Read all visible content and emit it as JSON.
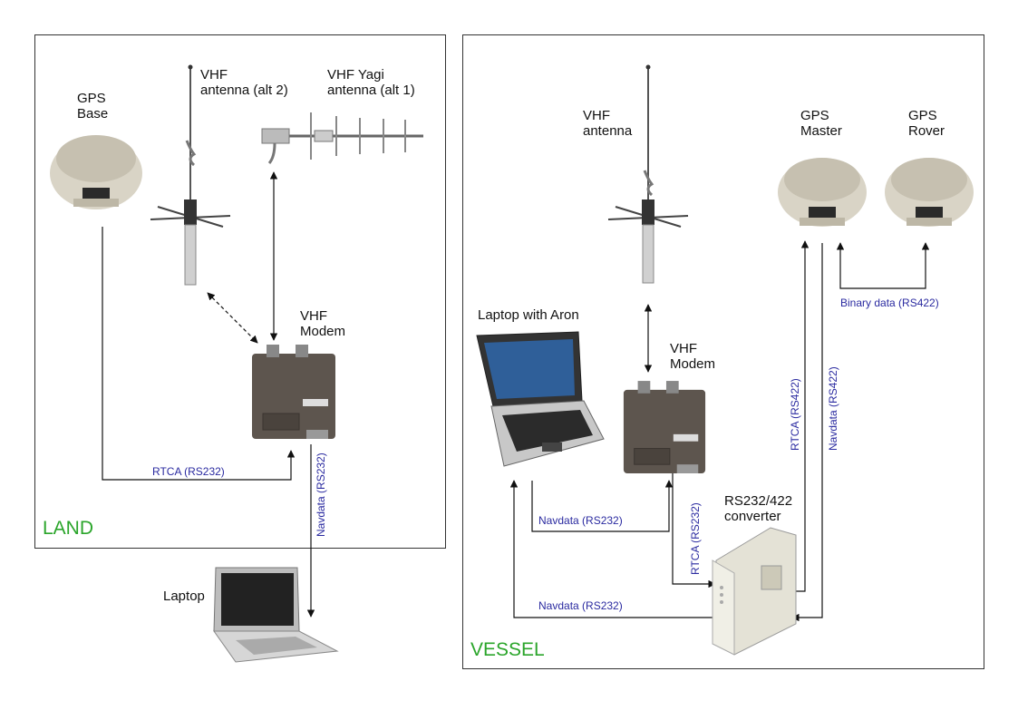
{
  "regions": {
    "land": "LAND",
    "vessel": "VESSEL"
  },
  "land": {
    "gps_base": "GPS\nBase",
    "vhf_antenna": "VHF\nantenna (alt 2)",
    "yagi": "VHF Yagi\nantenna (alt 1)",
    "modem": "VHF\nModem",
    "laptop": "Laptop"
  },
  "vessel": {
    "vhf_antenna": "VHF\nantenna",
    "gps_master": "GPS\nMaster",
    "gps_rover": "GPS\nRover",
    "laptop": "Laptop with Aron",
    "modem": "VHF\nModem",
    "converter": "RS232/422\nconverter"
  },
  "links": {
    "land_rtca": "RTCA (RS232)",
    "land_navdata": "Navdata (RS232)",
    "binary": "Binary data (RS422)",
    "master_rtca": "RTCA (RS422)",
    "master_navdata": "Navdata (RS422)",
    "modem_laptop_navdata": "Navdata (RS232)",
    "modem_conv_rtca": "RTCA (RS232)",
    "conv_laptop_navdata": "Navdata (RS232)"
  }
}
